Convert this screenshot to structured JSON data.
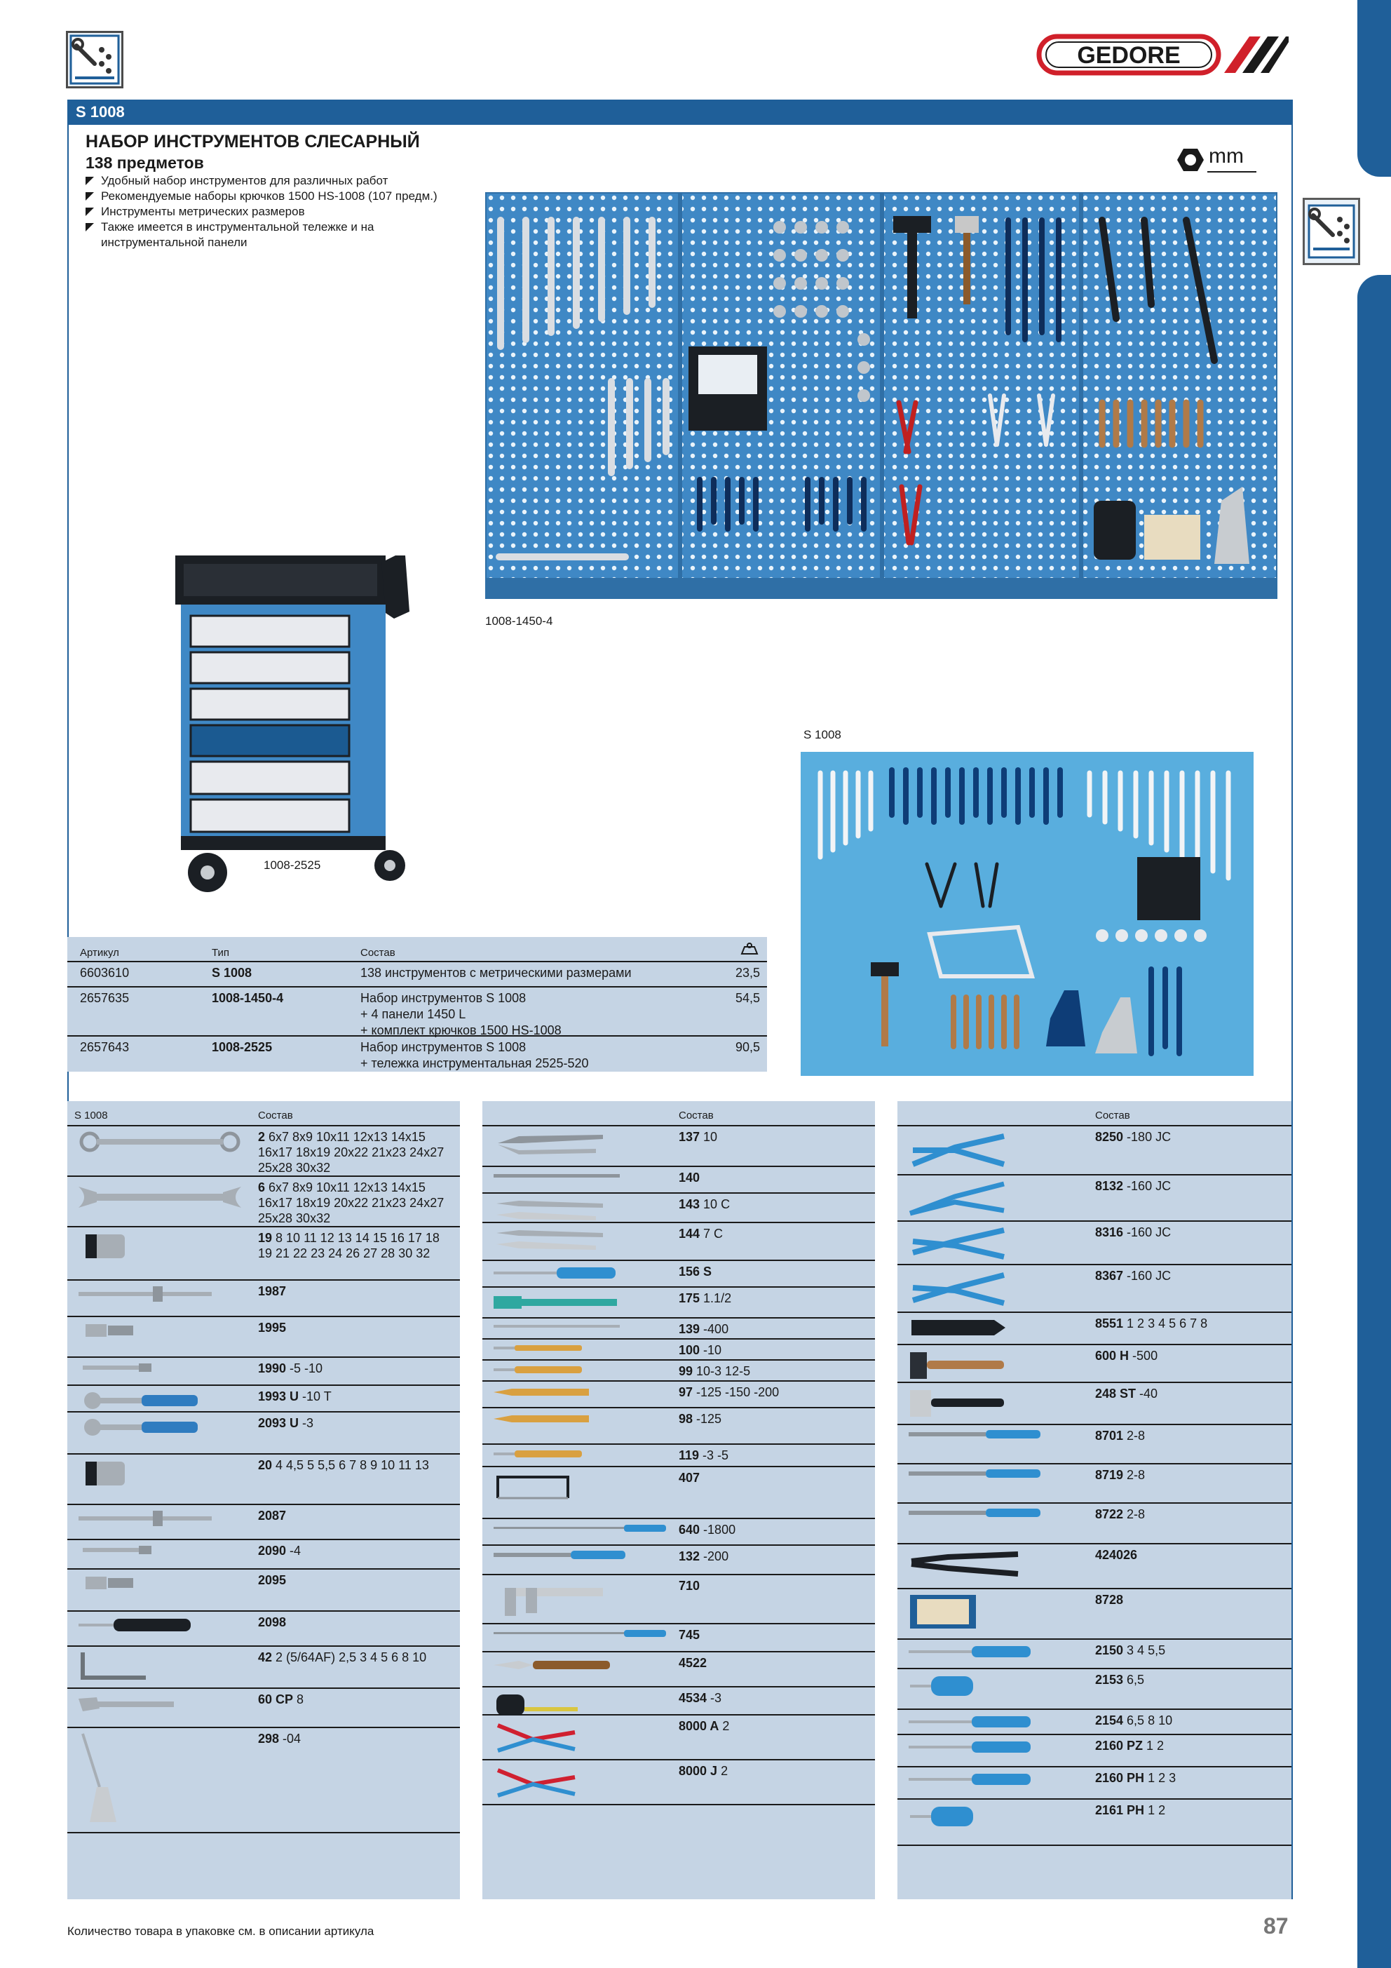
{
  "brand": {
    "name": "GEDORE",
    "color_blue": "#1f5f99",
    "color_red": "#d0202a",
    "table_bg": "#c5d4e4"
  },
  "header": {
    "code": "S 1008",
    "title": "НАБОР ИНСТРУМЕНТОВ СЛЕСАРНЫЙ",
    "subtitle": "138 предметов",
    "features": [
      "Удобный набор инструментов для различных работ",
      "Рекомендуемые наборы крючков 1500 HS-1008 (107 предм.)",
      "Инструменты метрических размеров",
      "Также имеется в инструментальной тележке и на инструментальной панели"
    ],
    "unit": "mm"
  },
  "captions": {
    "panel": "1008-1450-4",
    "trolley": "1008-2525",
    "case": "S 1008"
  },
  "articles": {
    "headers": {
      "article": "Артикул",
      "type": "Тип",
      "composition": "Состав",
      "weight_icon": "weight-icon"
    },
    "rows": [
      {
        "article": "6603610",
        "type": "S 1008",
        "lines": [
          "138 инструментов с метрическими размерами"
        ],
        "weight": "23,5"
      },
      {
        "article": "2657635",
        "type": "1008-1450-4",
        "lines": [
          "Набор инструментов S 1008",
          "+ 4 панели 1450 L",
          "+ комплект крючков 1500 HS-1008"
        ],
        "weight": "54,5"
      },
      {
        "article": "2657643",
        "type": "1008-2525",
        "lines": [
          "Набор инструментов S 1008",
          "+ тележка инструментальная 2525-520"
        ],
        "weight": "90,5"
      }
    ]
  },
  "columns": [
    {
      "title": "S 1008",
      "composition_label": "Состав",
      "items": [
        {
          "code": "2",
          "lines": [
            " 6x7 8x9 10x11 12x13 14x15",
            "16x17 18x19 20x22 21x23 24x27",
            "25x28 30x32"
          ],
          "icon": "ring-spanner-icon"
        },
        {
          "code": "6",
          "lines": [
            " 6x7 8x9 10x11 12x13 14x15",
            "16x17 18x19 20x22 21x23 24x27",
            "25x28 30x32"
          ],
          "icon": "open-spanner-icon"
        },
        {
          "code": "19",
          "lines": [
            " 8 10 11 12 13 14 15 16 17 18",
            "19 21 22 23 24 26 27 28 30 32"
          ],
          "icon": "socket-icon"
        },
        {
          "code": "1987",
          "lines": [
            ""
          ],
          "icon": "t-bar-icon"
        },
        {
          "code": "1995",
          "lines": [
            ""
          ],
          "icon": "universal-joint-icon"
        },
        {
          "code": "1990",
          "lines": [
            " -5 -10"
          ],
          "icon": "extension-bar-icon"
        },
        {
          "code": "1993 U",
          "lines": [
            " -10 T"
          ],
          "icon": "ratchet-icon"
        },
        {
          "code": "2093 U",
          "lines": [
            " -3"
          ],
          "icon": "ratchet-icon"
        },
        {
          "code": "20",
          "lines": [
            " 4 4,5 5 5,5 6 7 8 9 10 11 13"
          ],
          "icon": "socket-icon"
        },
        {
          "code": "2087",
          "lines": [
            ""
          ],
          "icon": "t-bar-icon"
        },
        {
          "code": "2090",
          "lines": [
            " -4"
          ],
          "icon": "extension-bar-icon"
        },
        {
          "code": "2095",
          "lines": [
            ""
          ],
          "icon": "universal-joint-icon"
        },
        {
          "code": "2098",
          "lines": [
            ""
          ],
          "icon": "screwdriver-handle-icon"
        },
        {
          "code": "42",
          "lines": [
            " 2 (5/64AF) 2,5 3 4 5 6 8 10"
          ],
          "icon": "hex-key-icon"
        },
        {
          "code": "60 CP",
          "lines": [
            " 8"
          ],
          "icon": "adjustable-wrench-icon"
        },
        {
          "code": "298",
          "lines": [
            " -04"
          ],
          "icon": "oil-can-icon"
        }
      ]
    },
    {
      "title": "",
      "composition_label": "Состав",
      "items": [
        {
          "code": "137",
          "lines": [
            " 10"
          ],
          "icon": "grip-pliers-icon"
        },
        {
          "code": "140",
          "lines": [
            ""
          ],
          "icon": "scraper-icon"
        },
        {
          "code": "143",
          "lines": [
            " 10 C"
          ],
          "icon": "water-pump-pliers-icon"
        },
        {
          "code": "144",
          "lines": [
            " 7 C"
          ],
          "icon": "water-pump-pliers-icon"
        },
        {
          "code": "156 S",
          "lines": [
            ""
          ],
          "icon": "screwdriver-icon"
        },
        {
          "code": "175",
          "lines": [
            " 1.1/2"
          ],
          "icon": "pipe-wrench-icon"
        },
        {
          "code": "139",
          "lines": [
            " -400"
          ],
          "icon": "pry-bar-icon"
        },
        {
          "code": "100",
          "lines": [
            " -10"
          ],
          "icon": "pin-punch-icon"
        },
        {
          "code": "99",
          "lines": [
            " 10-3 12-5"
          ],
          "icon": "punch-icon"
        },
        {
          "code": "97",
          "lines": [
            " -125 -150 -200"
          ],
          "icon": "chisel-icon"
        },
        {
          "code": "98",
          "lines": [
            " -125"
          ],
          "icon": "chisel-icon"
        },
        {
          "code": "119",
          "lines": [
            " -3 -5"
          ],
          "icon": "punch-icon"
        },
        {
          "code": "407",
          "lines": [
            ""
          ],
          "icon": "hacksaw-icon"
        },
        {
          "code": "640",
          "lines": [
            " -1800"
          ],
          "icon": "scriber-icon"
        },
        {
          "code": "132",
          "lines": [
            " -200"
          ],
          "icon": "file-icon"
        },
        {
          "code": "710",
          "lines": [
            ""
          ],
          "icon": "caliper-icon"
        },
        {
          "code": "745",
          "lines": [
            ""
          ],
          "icon": "scriber-icon"
        },
        {
          "code": "4522",
          "lines": [
            ""
          ],
          "icon": "knife-icon"
        },
        {
          "code": "4534",
          "lines": [
            " -3"
          ],
          "icon": "tape-measure-icon"
        },
        {
          "code": "8000 A",
          "lines": [
            " 2"
          ],
          "icon": "circlip-pliers-icon"
        },
        {
          "code": "8000 J",
          "lines": [
            " 2"
          ],
          "icon": "circlip-pliers-icon"
        }
      ]
    },
    {
      "title": "",
      "composition_label": "Состав",
      "items": [
        {
          "code": "8250",
          "lines": [
            " -180 JC"
          ],
          "icon": "combination-pliers-icon"
        },
        {
          "code": "8132",
          "lines": [
            " -160 JC"
          ],
          "icon": "long-nose-pliers-icon"
        },
        {
          "code": "8316",
          "lines": [
            " -160 JC"
          ],
          "icon": "side-cutter-icon"
        },
        {
          "code": "8367",
          "lines": [
            " -160 JC"
          ],
          "icon": "pliers-icon"
        },
        {
          "code": "8551",
          "lines": [
            " 1 2 3 4 5 6 7 8"
          ],
          "icon": "chisel-set-icon"
        },
        {
          "code": "600 H",
          "lines": [
            " -500"
          ],
          "icon": "hammer-icon"
        },
        {
          "code": "248 ST",
          "lines": [
            " -40"
          ],
          "icon": "mallet-icon"
        },
        {
          "code": "8701",
          "lines": [
            " 2-8"
          ],
          "icon": "file-icon"
        },
        {
          "code": "8719",
          "lines": [
            " 2-8"
          ],
          "icon": "file-icon"
        },
        {
          "code": "8722",
          "lines": [
            " 2-8"
          ],
          "icon": "file-icon"
        },
        {
          "code": "424026",
          "lines": [
            ""
          ],
          "icon": "tin-snips-icon"
        },
        {
          "code": "8728",
          "lines": [
            ""
          ],
          "icon": "file-set-icon"
        },
        {
          "code": "2150",
          "lines": [
            " 3 4 5,5"
          ],
          "icon": "screwdriver-icon"
        },
        {
          "code": "2153",
          "lines": [
            " 6,5"
          ],
          "icon": "stubby-screwdriver-icon"
        },
        {
          "code": "2154",
          "lines": [
            " 6,5 8 10"
          ],
          "icon": "screwdriver-icon"
        },
        {
          "code": "2160 PZ",
          "lines": [
            " 1 2"
          ],
          "icon": "screwdriver-icon"
        },
        {
          "code": "2160 PH",
          "lines": [
            " 1 2 3"
          ],
          "icon": "screwdriver-icon"
        },
        {
          "code": "2161 PH",
          "lines": [
            " 1 2"
          ],
          "icon": "stubby-screwdriver-icon"
        }
      ]
    }
  ],
  "footer": {
    "note": "Количество товара в упаковке см. в описании артикула",
    "page": "87"
  }
}
